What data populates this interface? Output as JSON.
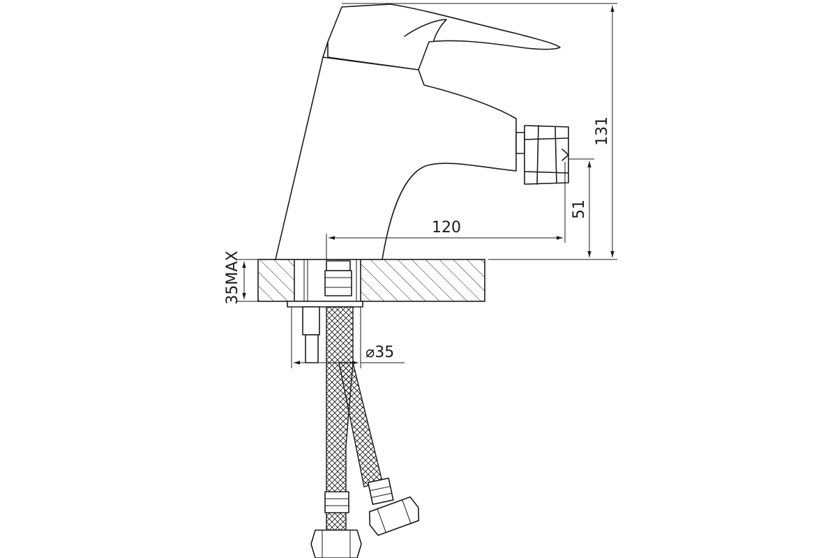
{
  "dimensions": {
    "total_height": "131",
    "spout_height": "51",
    "spout_reach": "120",
    "max_counter_thickness": "35MAX",
    "hole_diameter": "⌀35"
  }
}
